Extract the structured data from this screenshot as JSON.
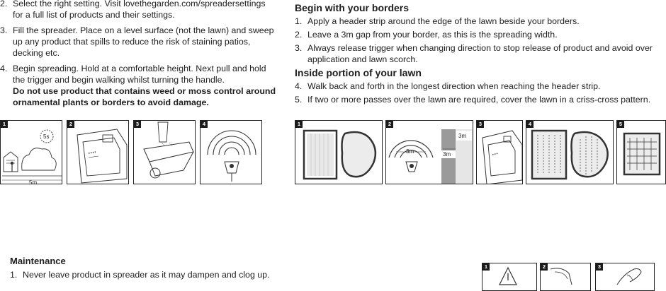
{
  "left_steps": [
    {
      "num": "2.",
      "text": "Select the right setting. Visit lovethegarden.com/spreadersettings for a full list of products and their settings."
    },
    {
      "num": "3.",
      "text": "Fill the spreader. Place on a level surface (not the lawn) and sweep up any product that spills to reduce the risk of staining patios, decking etc."
    },
    {
      "num": "4.",
      "text": "Begin spreading. Hold at a comfortable height. Next pull and hold the trigger and begin walking whilst turning the handle.",
      "warning": "Do not use product that contains weed or moss control around ornamental plants or borders to avoid damage."
    }
  ],
  "left_figures": {
    "badges": [
      "1",
      "2",
      "3",
      "4"
    ],
    "fig1_timer": "5s",
    "fig1_distance": "5m"
  },
  "borders": {
    "heading": "Begin with your borders",
    "steps": [
      {
        "num": "1.",
        "text": "Apply a header strip around the edge of the lawn beside your borders."
      },
      {
        "num": "2.",
        "text": "Leave a 3m gap from your border, as this is the spreading width."
      },
      {
        "num": "3.",
        "text": "Always release trigger when changing direction to stop release of product and avoid over application and lawn scorch."
      }
    ]
  },
  "inside": {
    "heading": "Inside portion of your lawn",
    "steps": [
      {
        "num": "4.",
        "text": "Walk back and forth in the longest direction when reaching the header strip."
      },
      {
        "num": "5.",
        "text": "If two or more passes over the lawn are required, cover the lawn in a criss-cross pattern."
      }
    ]
  },
  "right_figures": {
    "badges": [
      "1",
      "2",
      "3",
      "4",
      "5"
    ],
    "fig2_width": "3m",
    "fig2_gap_top": "3m",
    "fig2_gap_side": "3m"
  },
  "maintenance": {
    "heading": "Maintenance",
    "steps": [
      {
        "num": "1.",
        "text": "Never leave product in spreader as it may dampen and clog up."
      }
    ],
    "badges": [
      "1",
      "2",
      "3"
    ]
  }
}
